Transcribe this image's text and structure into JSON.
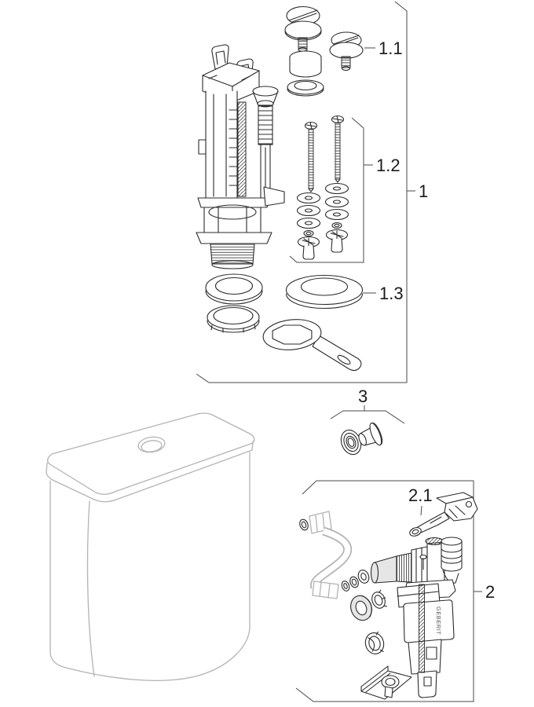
{
  "page": {
    "background": "#ffffff",
    "kind": "exploded-parts-diagram"
  },
  "labels": {
    "group_1": "1",
    "part_1_1": "1.1",
    "part_1_2": "1.2",
    "part_1_3": "1.3",
    "group_2": "2",
    "part_2_1": "2.1",
    "group_3": "3"
  },
  "brand": {
    "float_text": "GEBERIT"
  },
  "colors": {
    "line": "#2b2b2b",
    "frame": "#4a4a4a",
    "light_line": "#b3b3b3",
    "label_text": "#1a1a1a",
    "shade_fill": "#e6e6e6",
    "background": "#ffffff"
  },
  "parts": {
    "group1": [
      "flush-valve-mechanism",
      "dual-flush-button-large",
      "dual-flush-button-small",
      "button-housing-cup",
      "button-seal-ring",
      "fastening-screws-with-washers",
      "flat-sealing-washer",
      "lock-nut",
      "foam-gasket-ring",
      "service-wrench"
    ],
    "group2": [
      "flush-bend-pipe",
      "inlet-seal-washers",
      "fill-valve-body",
      "float-lever-actuator",
      "foam-ring",
      "union-nut-ring",
      "bayonet-ring",
      "mounting-bracket"
    ],
    "group3": [
      "lid-bushing-set"
    ],
    "standalone": [
      "toilet-cistern"
    ]
  }
}
